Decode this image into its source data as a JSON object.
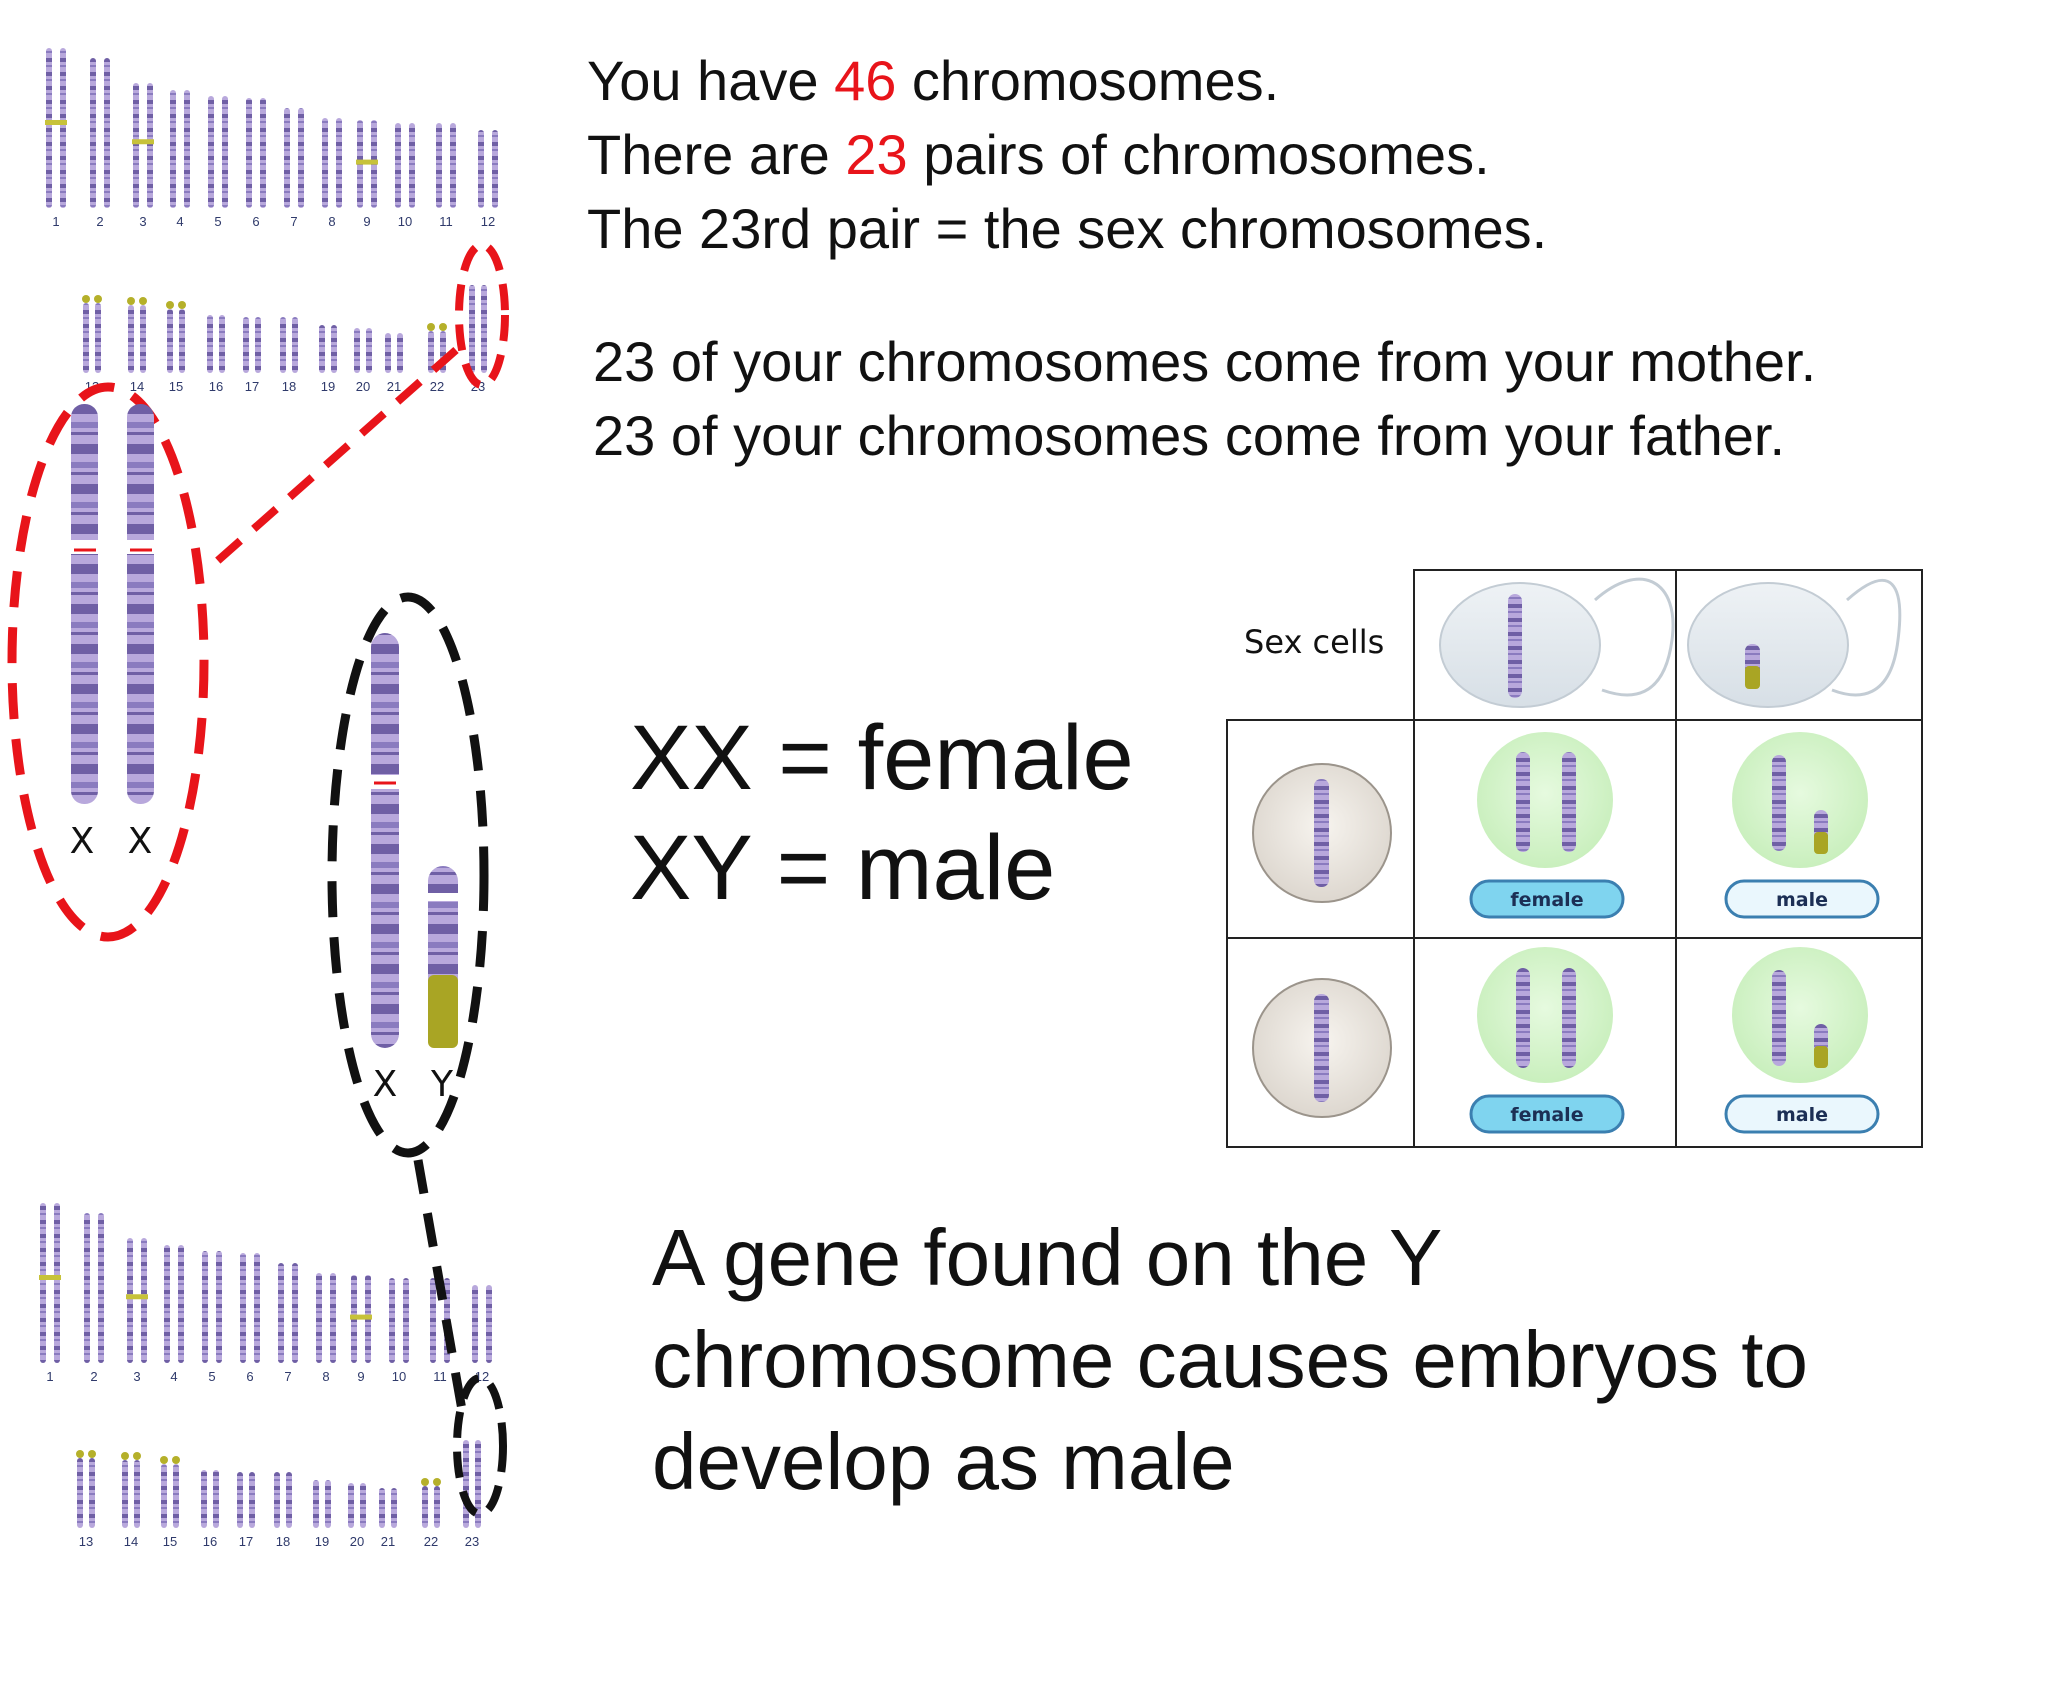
{
  "text": {
    "line1": {
      "a": "You have ",
      "num": "46",
      "b": " chromosomes."
    },
    "line2": {
      "a": "There are ",
      "num": "23",
      "b": " pairs of chromosomes."
    },
    "line3": "The 23rd pair = the sex chromosomes.",
    "mother": "23 of your chromosomes come from your mother.",
    "father": "23 of your chromosomes come from your father.",
    "xx": "XX = female",
    "xy": "XY = male",
    "gene1": "A gene found on the Y",
    "gene2": "chromosome causes embryos to",
    "gene3": "develop as male"
  },
  "karyotype_top": {
    "row1": [
      "1",
      "2",
      "3",
      "4",
      "5",
      "6",
      "7",
      "8",
      "9",
      "10",
      "11",
      "12"
    ],
    "row2": [
      "13",
      "14",
      "15",
      "16",
      "17",
      "18",
      "19",
      "20",
      "21",
      "22",
      "23"
    ]
  },
  "karyotype_bottom": {
    "row1": [
      "1",
      "2",
      "3",
      "4",
      "5",
      "6",
      "7",
      "8",
      "9",
      "10",
      "11",
      "12"
    ],
    "row2": [
      "13",
      "14",
      "15",
      "16",
      "17",
      "18",
      "19",
      "20",
      "21",
      "22",
      "23"
    ]
  },
  "sex_pair_female": {
    "labels": [
      "X",
      "X"
    ]
  },
  "sex_pair_male": {
    "labels": [
      "X",
      "Y"
    ]
  },
  "punnett": {
    "header": "Sex cells",
    "results": [
      "female",
      "male",
      "female",
      "male"
    ]
  },
  "colors": {
    "highlight": "#e8141a",
    "chromosome": "#b4a3d9",
    "band": "#6a5a9e",
    "y_tip": "#a9a524",
    "offspring_bg": "#d9f5d0",
    "pill_female": "#7fd4ef",
    "pill_male": "#eaf7fd"
  }
}
